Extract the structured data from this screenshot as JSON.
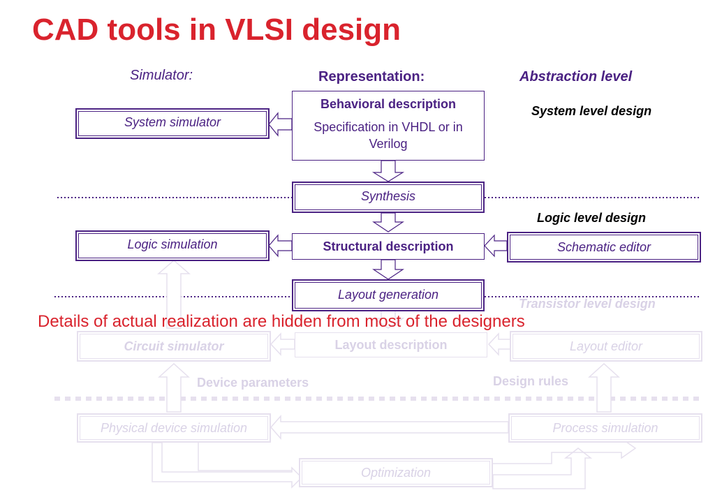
{
  "slide": {
    "title": "CAD tools in VLSI design",
    "headers": {
      "simulator": "Simulator:",
      "representation": "Representation:",
      "abstraction": "Abstraction level"
    },
    "levels": {
      "system": "System level design",
      "logic": "Logic level design",
      "transistor": "Transistor level design"
    },
    "boxes": {
      "behavioral_title": "Behavioral description",
      "behavioral_text": "Specification in VHDL or  in Verilog",
      "system_simulator": "System simulator",
      "synthesis": "Synthesis",
      "logic_simulation": "Logic simulation",
      "structural": "Structural description",
      "schematic_editor": "Schematic editor",
      "layout_generation": "Layout generation",
      "circuit_simulator": "Circuit simulator",
      "layout_description": "Layout description",
      "layout_editor": "Layout editor",
      "physical_device": "Physical device simulation",
      "process_simulation": "Process simulation",
      "optimization": "Optimization"
    },
    "labels": {
      "device_parameters": "Device parameters",
      "design_rules": "Design rules"
    },
    "note": "Details of actual realization are hidden from most of the designers",
    "colors": {
      "title": "#d9232d",
      "primary": "#4b2283",
      "faded": "#e6e0ee"
    }
  }
}
